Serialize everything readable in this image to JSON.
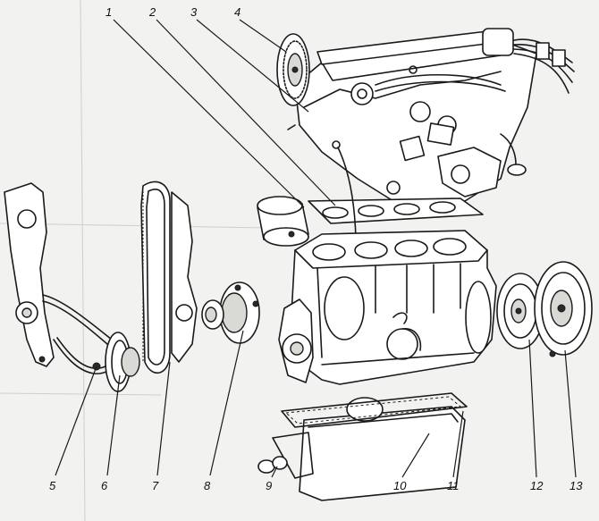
{
  "callouts": [
    {
      "label": "1"
    },
    {
      "label": "2"
    },
    {
      "label": "3"
    },
    {
      "label": "4"
    },
    {
      "label": "5"
    },
    {
      "label": "6"
    },
    {
      "label": "7"
    },
    {
      "label": "8"
    },
    {
      "label": "9"
    },
    {
      "label": "10"
    },
    {
      "label": "11"
    },
    {
      "label": "12"
    },
    {
      "label": "13"
    }
  ],
  "colors": {
    "ink": "#1a1a1a",
    "paper": "#f2f2f0"
  }
}
